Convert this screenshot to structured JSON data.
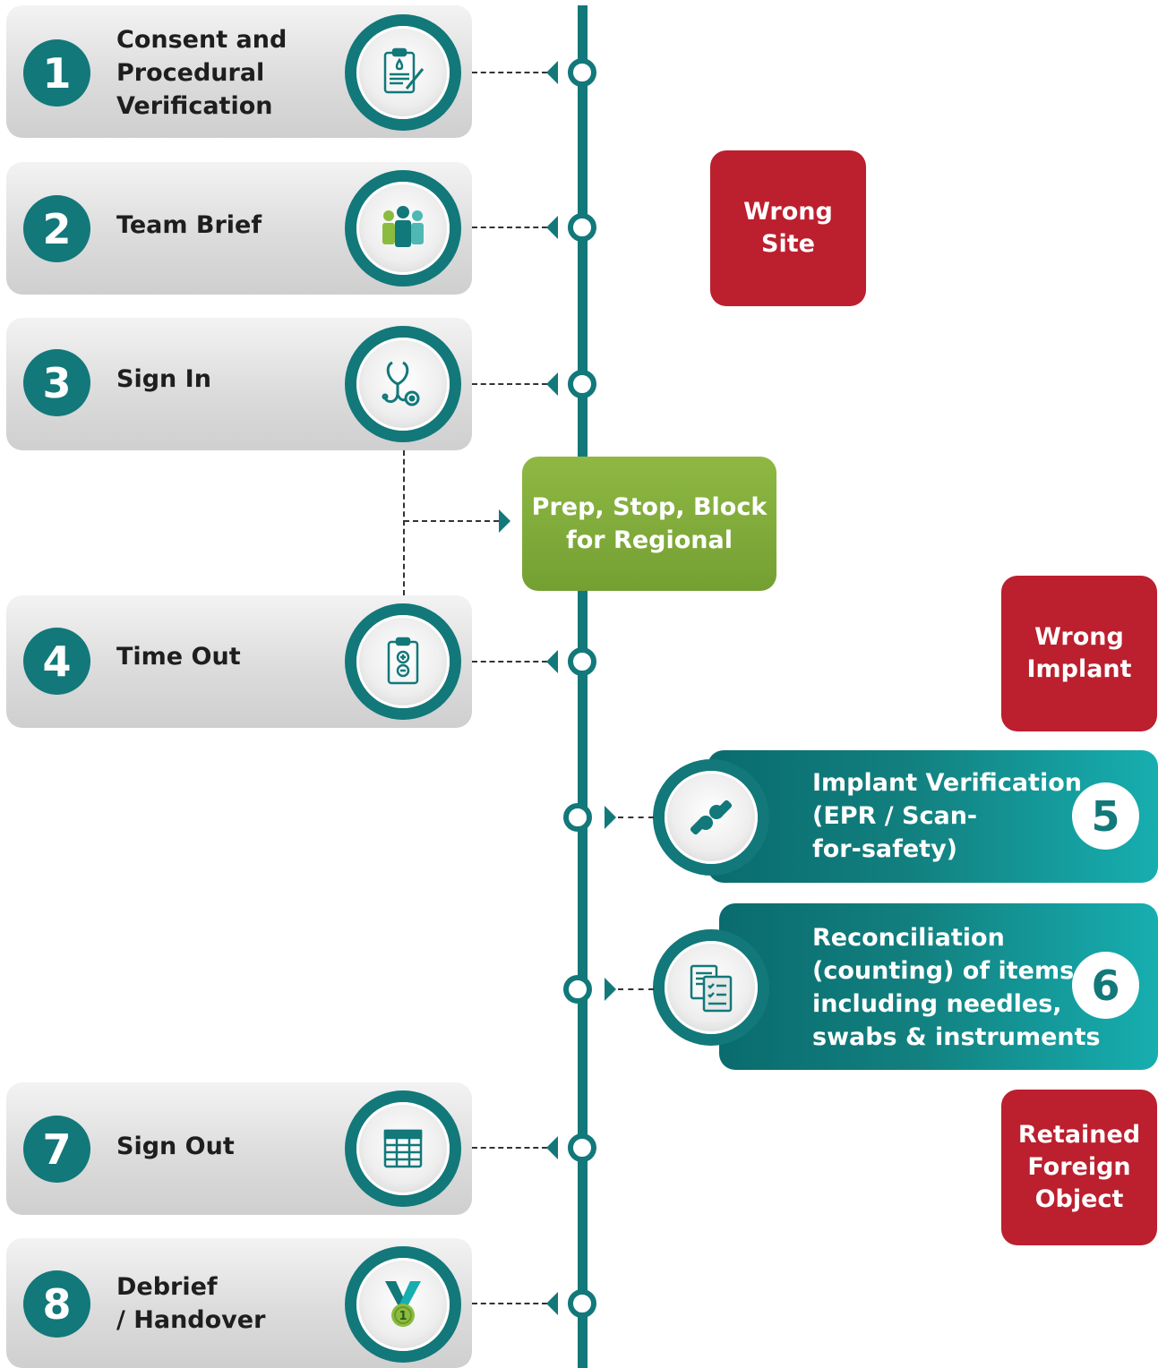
{
  "steps": [
    {
      "number": "1",
      "lines": [
        "Consent and",
        "Procedural",
        "Verification"
      ],
      "icon": "clipboard-blood-form-icon"
    },
    {
      "number": "2",
      "lines": [
        "Team Brief"
      ],
      "icon": "team-people-icon"
    },
    {
      "number": "3",
      "lines": [
        "Sign In"
      ],
      "icon": "stethoscope-icon"
    },
    {
      "number": "4",
      "lines": [
        "Time Out"
      ],
      "icon": "clipboard-plus-minus-icon"
    },
    {
      "number": "5",
      "lines": [
        "Implant Verification",
        "(EPR / Scan-",
        "for-safety)"
      ],
      "icon": "joint-implant-icon"
    },
    {
      "number": "6",
      "lines": [
        "Reconciliation",
        "(counting) of items",
        "including needles,",
        "swabs & instruments"
      ],
      "icon": "checklist-documents-icon"
    },
    {
      "number": "7",
      "lines": [
        "Sign Out"
      ],
      "icon": "table-grid-icon"
    },
    {
      "number": "8",
      "lines": [
        "Debrief",
        "/ Handover"
      ],
      "icon": "medal-icon"
    }
  ],
  "regional": {
    "lines": [
      "Prep, Stop, Block",
      "for Regional"
    ]
  },
  "risks": [
    {
      "lines": [
        "Wrong",
        "Site"
      ]
    },
    {
      "lines": [
        "Wrong",
        "Implant"
      ]
    },
    {
      "lines": [
        "Retained",
        "Foreign",
        "Object"
      ]
    }
  ],
  "colors": {
    "teal": "#12787a",
    "teal_light": "#17aeb0",
    "risk_red": "#bc1f2e",
    "green": "#7fab39",
    "card_gray": "#dcdcdc"
  }
}
